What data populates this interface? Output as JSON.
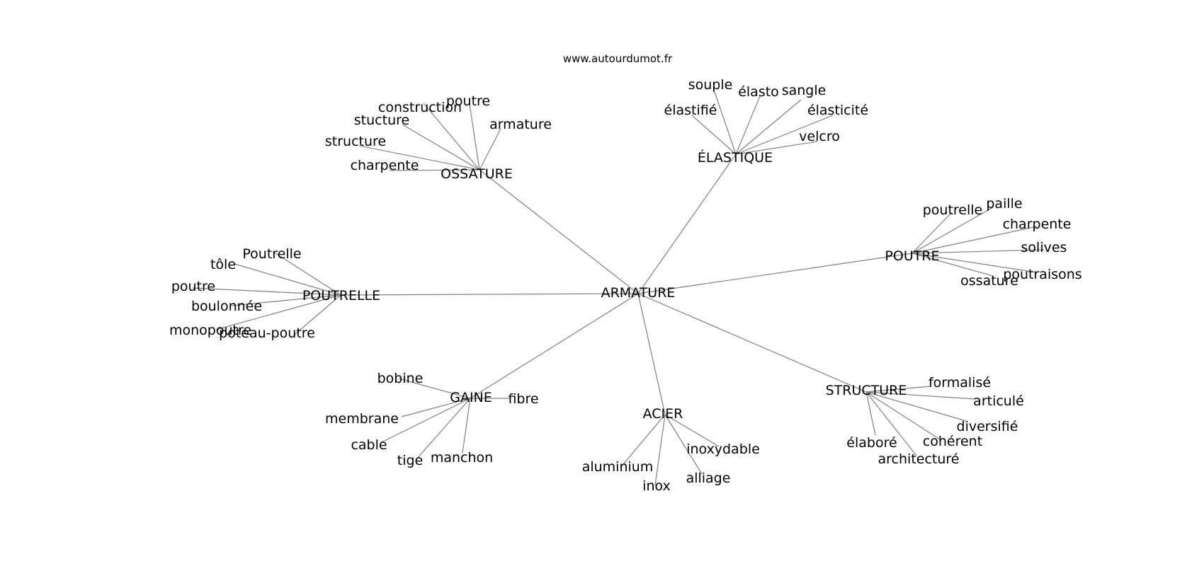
{
  "website": "www.autourdumot.fr",
  "root": "ARMATURE",
  "clusters": [
    {
      "label": "OSSATURE",
      "words": [
        "construction",
        "poutre",
        "stucture",
        "armature",
        "structure",
        "charpente"
      ]
    },
    {
      "label": "ÉLASTIQUE",
      "words": [
        "souple",
        "élasto",
        "sangle",
        "élastifié",
        "élasticité",
        "velcro"
      ]
    },
    {
      "label": "POUTRE",
      "words": [
        "poutrelle",
        "paille",
        "charpente",
        "solives",
        "poutraisons",
        "ossature"
      ]
    },
    {
      "label": "POUTRELLE",
      "words": [
        "Poutrelle",
        "tôle",
        "poutre",
        "boulonnée",
        "monopoutre",
        "poteau-poutre"
      ]
    },
    {
      "label": "GAINE",
      "words": [
        "bobine",
        "fibre",
        "membrane",
        "cable",
        "tige",
        "manchon"
      ]
    },
    {
      "label": "ACIER",
      "words": [
        "inoxydable",
        "aluminium",
        "inox",
        "alliage"
      ]
    },
    {
      "label": "STRUCTURE",
      "words": [
        "formalisé",
        "articulé",
        "diversifié",
        "élaboré",
        "cohérent",
        "architecturé"
      ]
    }
  ],
  "colors": {
    "edge": "#808080",
    "text": "#000000",
    "background": "#ffffff"
  }
}
